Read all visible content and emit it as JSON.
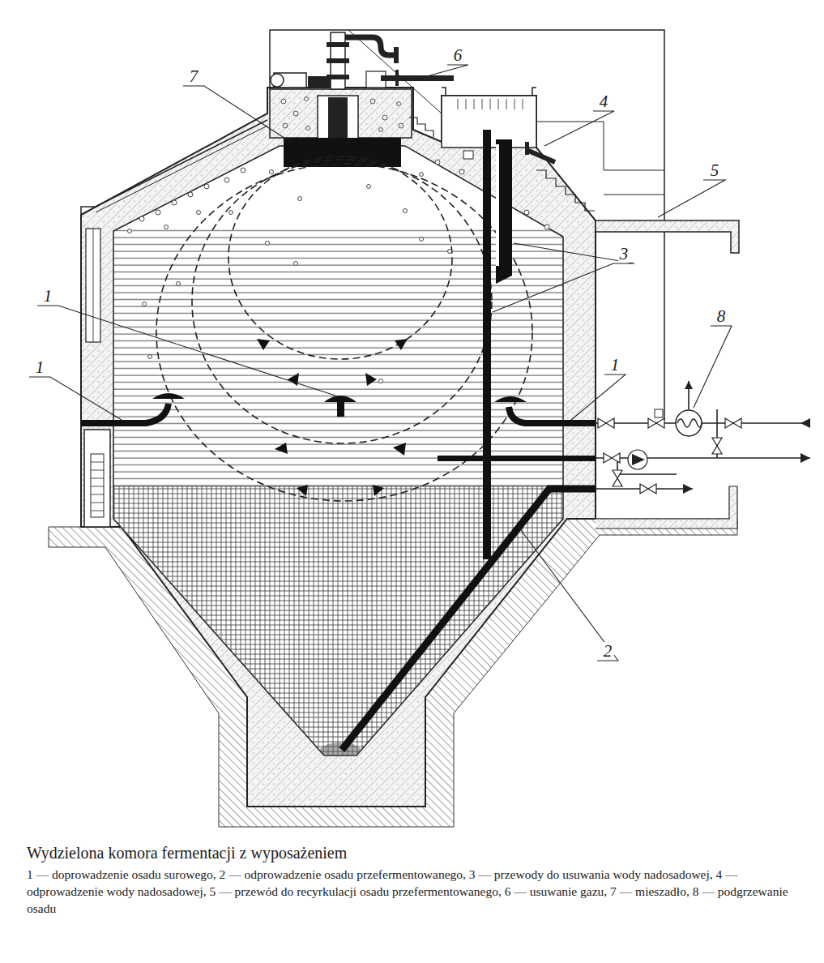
{
  "diagram": {
    "title": "Wydzielona komora fermentacji z wyposażeniem",
    "caption": "1 — doprowadzenie osadu surowego, 2 — odprowadzenie osadu przefermentowanego, 3 — przewody do usuwania wody nadosadowej, 4 — odprowadzenie wody nadosadowej, 5 — przewód do recyrkulacji osadu przefermentowanego, 6 — usuwanie gazu, 7 — mieszadło, 8 — podgrzewanie osadu",
    "labels": [
      "7",
      "6",
      "4",
      "5",
      "3",
      "1",
      "1",
      "1",
      "8",
      "2"
    ]
  }
}
